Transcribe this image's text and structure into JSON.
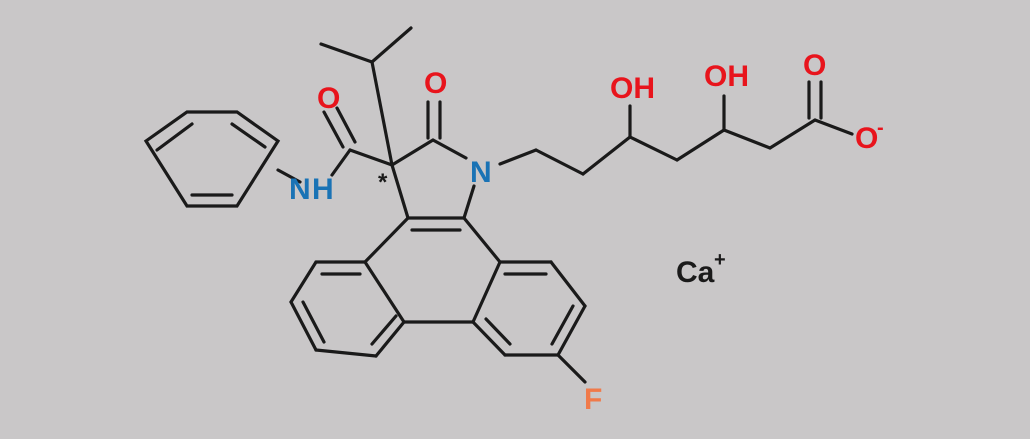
{
  "colors": {
    "background": "#c9c7c8",
    "bond": "#1a1a1a",
    "oxygen": "#e8141c",
    "nitrogen": "#1a73b5",
    "fluorine": "#f07a4a",
    "carbon_label": "#1a1a1a"
  },
  "atoms": {
    "o_amide": "O",
    "o_lactam": "O",
    "nh_n": "N",
    "nh_h": "H",
    "n_ring": "N",
    "stereo_mark": "*",
    "oh1": "OH",
    "oh2": "OH",
    "o_carbonyl": "O",
    "o_carboxylate": "O",
    "o_carboxylate_charge": "-",
    "fluorine": "F",
    "counterion": "Ca",
    "counterion_charge": "+"
  }
}
